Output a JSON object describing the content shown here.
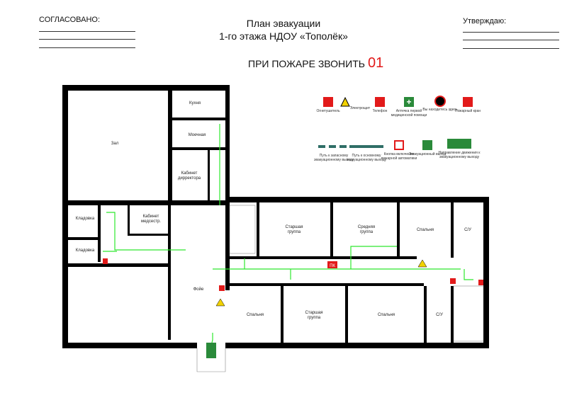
{
  "header": {
    "approved_left": "СОГЛАСОВАНО:",
    "approved_right": "Утверждаю:",
    "title_line1": "План эвакуации",
    "title_line2": "1-го этажа НДОУ «Тополёк»",
    "fire_call": "ПРИ ПОЖАРЕ ЗВОНИТЬ",
    "fire_number": "01"
  },
  "legend": [
    {
      "label": "Огнетушитель",
      "icon": "fire-extinguisher-icon"
    },
    {
      "label": "Электрощит",
      "icon": "electrical-panel-icon"
    },
    {
      "label": "Телефон",
      "icon": "phone-icon"
    },
    {
      "label": "Аптечка первой медицинской помощи",
      "icon": "first-aid-icon"
    },
    {
      "label": "Вы находитесь здесь",
      "icon": "you-are-here-icon"
    },
    {
      "label": "Пожарный кран",
      "icon": "fire-hydrant-icon"
    },
    {
      "label": "Путь к запасному эвакуационному выходу",
      "icon": "dashed-path-icon"
    },
    {
      "label": "Путь к основному эвакуационному выходу",
      "icon": "solid-path-icon"
    },
    {
      "label": "Кнопка включения пожарной автоматики",
      "icon": "fire-alarm-button-icon"
    },
    {
      "label": "Эвакуационный выход",
      "icon": "emergency-exit-icon"
    },
    {
      "label": "Направление движения к эвакуационному выходу",
      "icon": "exit-direction-icon"
    }
  ],
  "rooms": {
    "zal": "Зал",
    "kuhnya": "Кухня",
    "moechnaya": "Моечная",
    "kab_dir1": "Кабинет",
    "kab_dir2": "дирректора",
    "kladovka1": "Кладовка",
    "kladovka2": "Кладовка",
    "kab_med1": "Кабинет",
    "kab_med2": "медсестр.",
    "foye": "Фойе",
    "star1a": "Старшая",
    "star1b": "группа",
    "sred_a": "Средняя",
    "sred_b": "группа",
    "spal1": "Спальня",
    "su1": "С/У",
    "spal2": "Спальня",
    "star2a": "Старшая",
    "star2b": "группа",
    "spal3": "Спальня",
    "su2": "С/У",
    "pk": "ПК"
  },
  "colors": {
    "wall": "#000000",
    "route": "#2ee82e",
    "sign_red": "#e21a1a",
    "sign_green": "#2a8a3a",
    "path_teal": "#2f6e66"
  }
}
